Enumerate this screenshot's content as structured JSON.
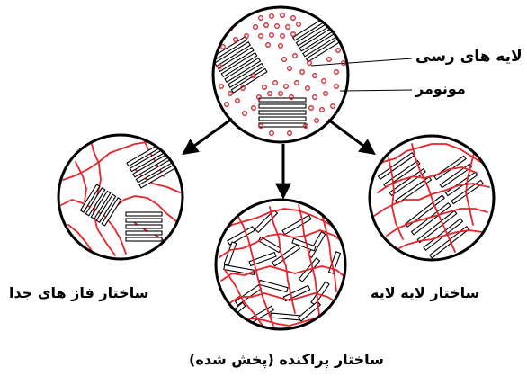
{
  "diagram": {
    "labels": {
      "clay_layers": "لایه های رسی",
      "monomer": "مونومر",
      "phase_separated": "ساختار فاز های جدا",
      "intercalated": "ساختار لایه لایه",
      "exfoliated": "ساختار پراکنده (پخش شده)"
    }
  },
  "colors": {
    "outline": "#000000",
    "polymer": "#e8242c",
    "monomer": "#d4202a",
    "clay_sheet": "#ffffff"
  }
}
